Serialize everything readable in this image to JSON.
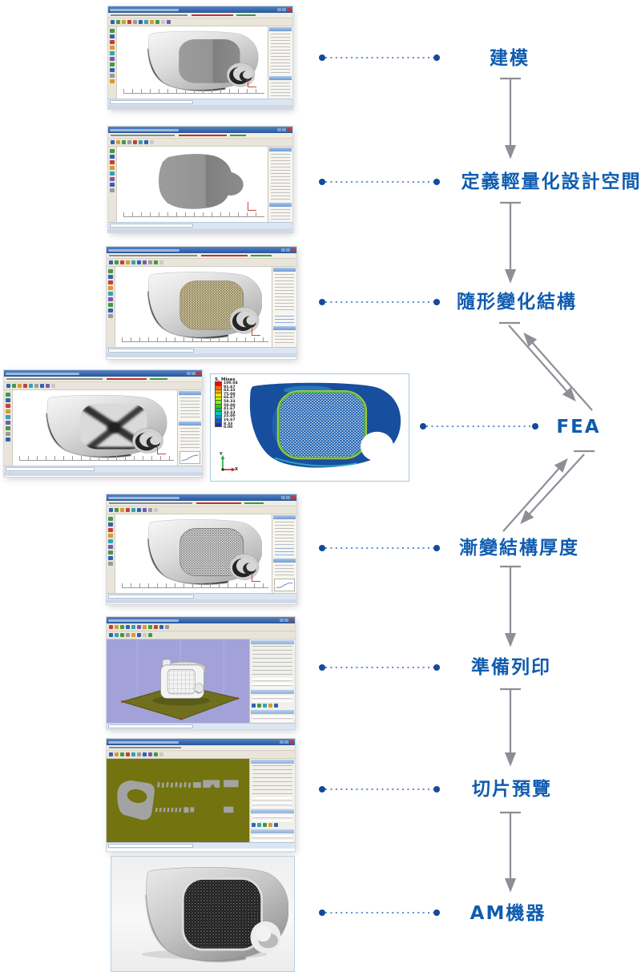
{
  "flow": {
    "steps": [
      {
        "id": "modeling",
        "label": "建模"
      },
      {
        "id": "design-space",
        "label": "定義輕量化設計空間"
      },
      {
        "id": "conformal",
        "label": "隨形變化結構"
      },
      {
        "id": "fea",
        "label": "FEA"
      },
      {
        "id": "graded",
        "label": "漸變結構厚度"
      },
      {
        "id": "print-prep",
        "label": "準備列印"
      },
      {
        "id": "slice-preview",
        "label": "切片預覽"
      },
      {
        "id": "am-machine",
        "label": "AM機器"
      }
    ],
    "label_color": "#0f5cb0",
    "arrow_color": "#8e8e98",
    "connector_dot_color": "#16489c",
    "connector_dash_color": "#5b8cd0"
  },
  "fea_plot": {
    "legend_title": "S, Mises",
    "legend_values": [
      "100.04",
      "91.67",
      "83.33",
      "75.00",
      "66.67",
      "58.33",
      "50.00",
      "41.67",
      "33.33",
      "25.00",
      "16.67",
      "8.33",
      "0.00"
    ],
    "legend_colors": [
      "#ff0000",
      "#ff6900",
      "#ffab00",
      "#ffe100",
      "#d0ff00",
      "#7aff00",
      "#2bd400",
      "#00c853",
      "#00c5c5",
      "#0091e0",
      "#005ae0",
      "#1a2bd0"
    ],
    "axis": {
      "x": "X",
      "y": "Y"
    }
  }
}
